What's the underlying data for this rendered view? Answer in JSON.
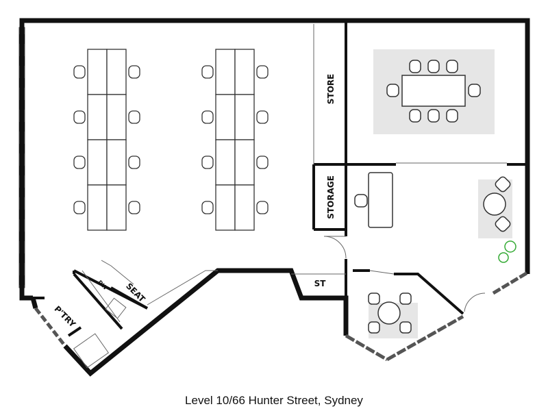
{
  "plan": {
    "caption": "Level 10/66 Hunter Street, Sydney",
    "rooms": {
      "store": "STORE",
      "storage": "STORAGE",
      "st": "ST",
      "seat": "SEAT",
      "dw": "DW",
      "pantry": "P'TRY"
    },
    "workstation_clusters": 2,
    "desks_per_cluster": 8,
    "boardroom_chairs": 8,
    "meeting_room_chairs": 4
  }
}
